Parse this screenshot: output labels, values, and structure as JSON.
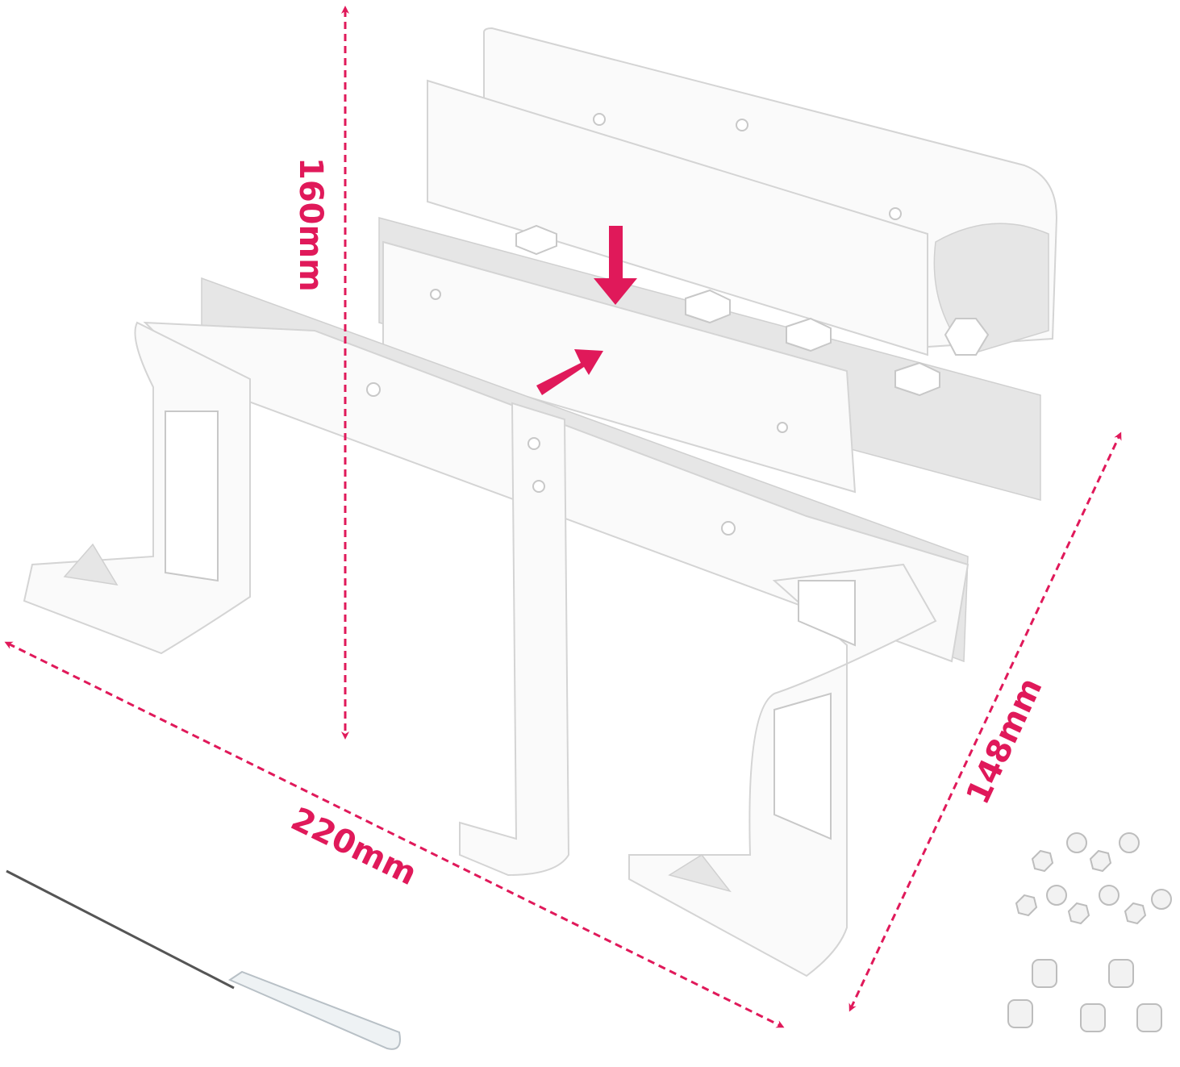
{
  "dimensions": {
    "height": "160mm",
    "width": "220mm",
    "depth": "148mm"
  },
  "colors": {
    "accent": "#e0195a",
    "part": "#fafafa",
    "shadow": "#e6e6e6"
  }
}
